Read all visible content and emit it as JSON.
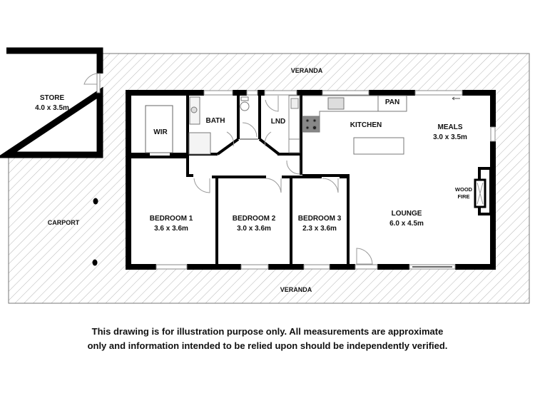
{
  "floorplan": {
    "rooms": {
      "store": {
        "name": "STORE",
        "dim": "4.0 x 3.5m"
      },
      "wir": {
        "name": "WIR"
      },
      "bath": {
        "name": "BATH"
      },
      "lnd": {
        "name": "LND"
      },
      "pan": {
        "name": "PAN"
      },
      "kitchen": {
        "name": "KITCHEN"
      },
      "meals": {
        "name": "MEALS",
        "dim": "3.0 x 3.5m"
      },
      "wood_fire": {
        "name_line1": "WOOD",
        "name_line2": "FIRE"
      },
      "bedroom1": {
        "name": "BEDROOM 1",
        "dim": "3.6 x 3.6m"
      },
      "bedroom2": {
        "name": "BEDROOM 2",
        "dim": "3.0 x 3.6m"
      },
      "bedroom3": {
        "name": "BEDROOM 3",
        "dim": "2.3 x 3.6m"
      },
      "lounge": {
        "name": "LOUNGE",
        "dim": "6.0 x 4.5m"
      },
      "carport": {
        "name": "CARPORT"
      },
      "veranda_top": {
        "name": "VERANDA"
      },
      "veranda_bottom": {
        "name": "VERANDA"
      }
    },
    "colors": {
      "wall": "#000000",
      "hatch": "#b8b8b8",
      "fixture": "#888888",
      "window": "#9a9a9a"
    }
  },
  "disclaimer": {
    "line1": "This drawing is for illustration purpose only. All measurements are approximate",
    "line2": "only and information intended to be relied upon should be independently verified."
  }
}
